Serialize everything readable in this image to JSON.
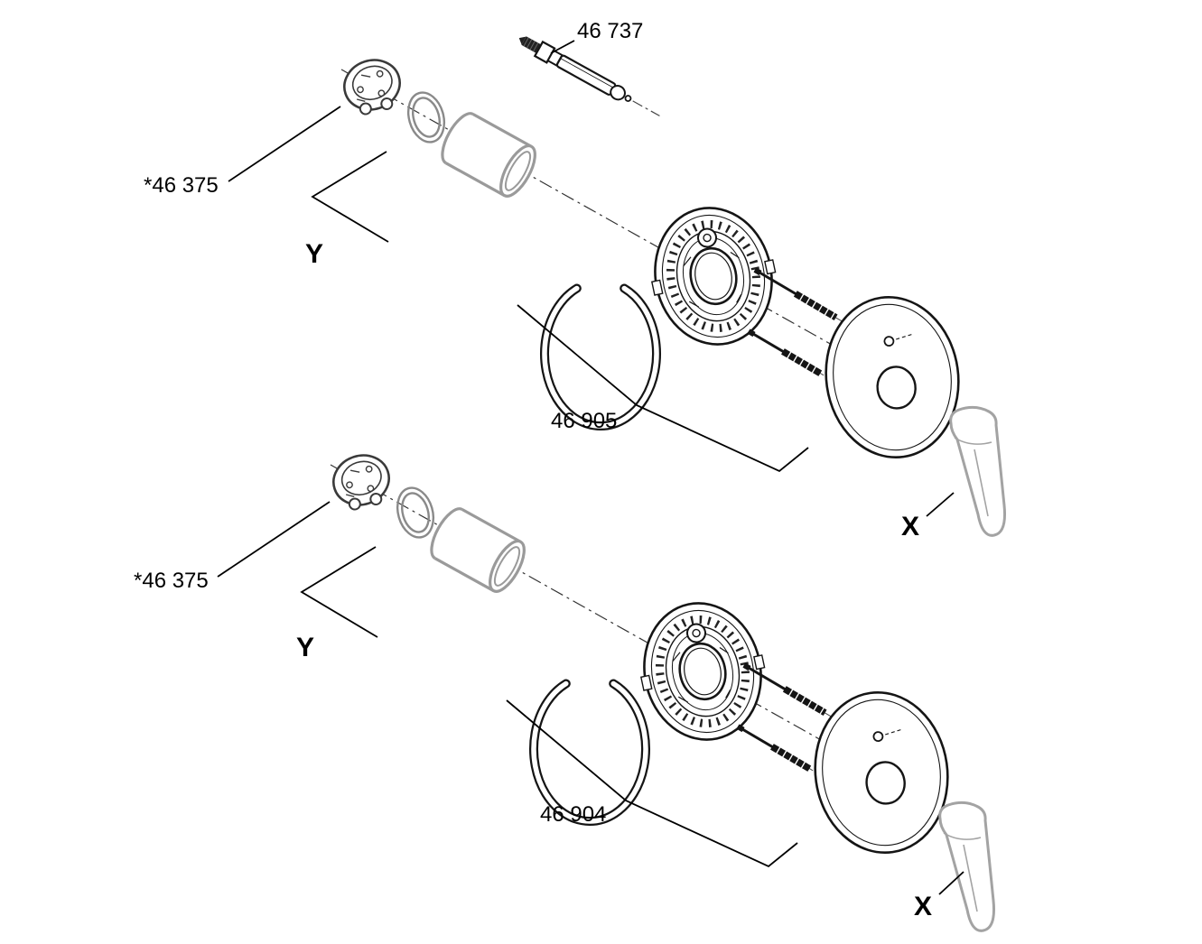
{
  "labels": {
    "top": {
      "stem_part_number": "46 737",
      "cap_part_number": "*46 375",
      "subgroup_label": "Y",
      "assembly_part_number": "46 905",
      "handle_label": "X"
    },
    "bottom": {
      "cap_part_number": "*46 375",
      "subgroup_label": "Y",
      "assembly_part_number": "46 904",
      "handle_label": "X"
    }
  },
  "colors": {
    "line": "#151515",
    "annotation": "#000000",
    "gray_part": "#9a9a9a",
    "oring_gray": "#8a8a8a",
    "handle_gray": "#a3a3a3",
    "background": "#ffffff"
  }
}
